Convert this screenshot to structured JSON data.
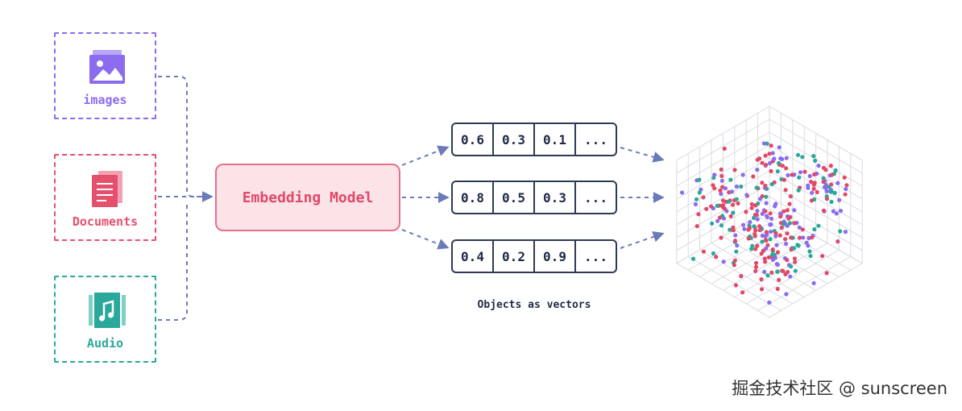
{
  "sources": {
    "images": {
      "label": "images",
      "icon": "image-icon",
      "color": "#8B6CEF"
    },
    "documents": {
      "label": "Documents",
      "icon": "document-stack-icon",
      "color": "#E5506D"
    },
    "audio": {
      "label": "Audio",
      "icon": "music-file-icon",
      "color": "#2AA89A"
    }
  },
  "model": {
    "label": "Embedding Model"
  },
  "vectors": [
    [
      "0.6",
      "0.3",
      "0.1",
      "..."
    ],
    [
      "0.8",
      "0.5",
      "0.3",
      "..."
    ],
    [
      "0.4",
      "0.2",
      "0.9",
      "..."
    ]
  ],
  "caption": "Objects as vectors",
  "watermark": "掘金技术社区 @ sunscreen",
  "colors": {
    "arrow": "#6B7BBA",
    "point_red": "#E04967",
    "point_purple": "#8B6CEF",
    "point_teal": "#2AA89A",
    "grid": "#D9DBE3"
  }
}
